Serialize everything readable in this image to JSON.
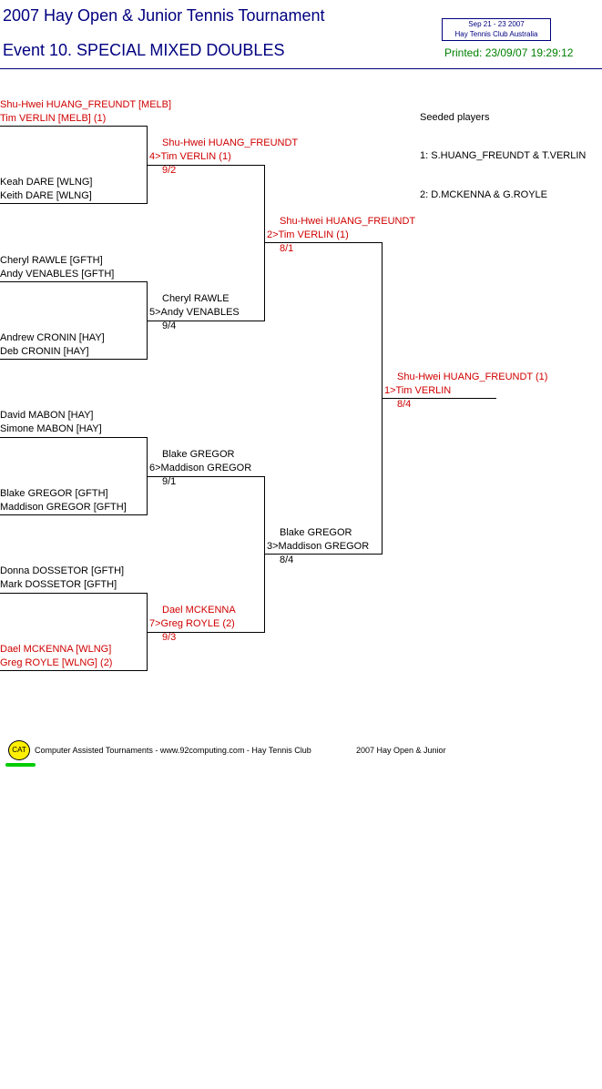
{
  "header": {
    "title": "2007 Hay Open & Junior Tennis Tournament",
    "event": "Event 10. SPECIAL MIXED DOUBLES",
    "dates": "Sep 21 - 23 2007",
    "venue": "Hay Tennis Club   Australia",
    "printed": "Printed: 23/09/07 19:29:12"
  },
  "seeds": {
    "heading": "Seeded players",
    "list": [
      "1: S.HUANG_FREUNDT & T.VERLIN",
      "2: D.MCKENNA & G.ROYLE"
    ]
  },
  "colors": {
    "title": "#000080",
    "seeded": "#d00000",
    "printed": "#008000",
    "text": "#000000"
  },
  "round1": [
    {
      "p1": "Shu-Hwei HUANG_FREUNDT [MELB]",
      "p2": "Tim VERLIN [MELB] (1)"
    },
    {
      "p1": "Keah DARE [WLNG]",
      "p2": "Keith DARE [WLNG]"
    },
    {
      "p1": "Cheryl RAWLE [GFTH]",
      "p2": "Andy VENABLES [GFTH]"
    },
    {
      "p1": "Andrew CRONIN [HAY]",
      "p2": "Deb CRONIN [HAY]"
    },
    {
      "p1": "David MABON [HAY]",
      "p2": "Simone MABON [HAY]"
    },
    {
      "p1": "Blake GREGOR [GFTH]",
      "p2": "Maddison GREGOR [GFTH]"
    },
    {
      "p1": "Donna DOSSETOR [GFTH]",
      "p2": "Mark DOSSETOR [GFTH]"
    },
    {
      "p1": "Dael MCKENNA [WLNG]",
      "p2": "Greg ROYLE [WLNG] (2)"
    }
  ],
  "round2": [
    {
      "p1": "Shu-Hwei HUANG_FREUNDT",
      "p2": "4>Tim VERLIN (1)",
      "score": "9/2"
    },
    {
      "p1": "Cheryl RAWLE",
      "p2": "5>Andy VENABLES",
      "score": "9/4"
    },
    {
      "p1": "Blake GREGOR",
      "p2": "6>Maddison GREGOR",
      "score": "9/1"
    },
    {
      "p1": "Dael MCKENNA",
      "p2": "7>Greg ROYLE (2)",
      "score": "9/3"
    }
  ],
  "round3": [
    {
      "p1": "Shu-Hwei HUANG_FREUNDT",
      "p2": "2>Tim VERLIN (1)",
      "score": "8/1"
    },
    {
      "p1": "Blake GREGOR",
      "p2": "3>Maddison GREGOR",
      "score": "8/4"
    }
  ],
  "winner": {
    "p1": "Shu-Hwei HUANG_FREUNDT (1)",
    "p2": "1>Tim VERLIN",
    "score": "8/4"
  },
  "footer": {
    "logo": "CAT",
    "text": "Computer Assisted Tournaments - www.92computing.com -  Hay Tennis Club",
    "event": "2007 Hay Open & Junior"
  }
}
